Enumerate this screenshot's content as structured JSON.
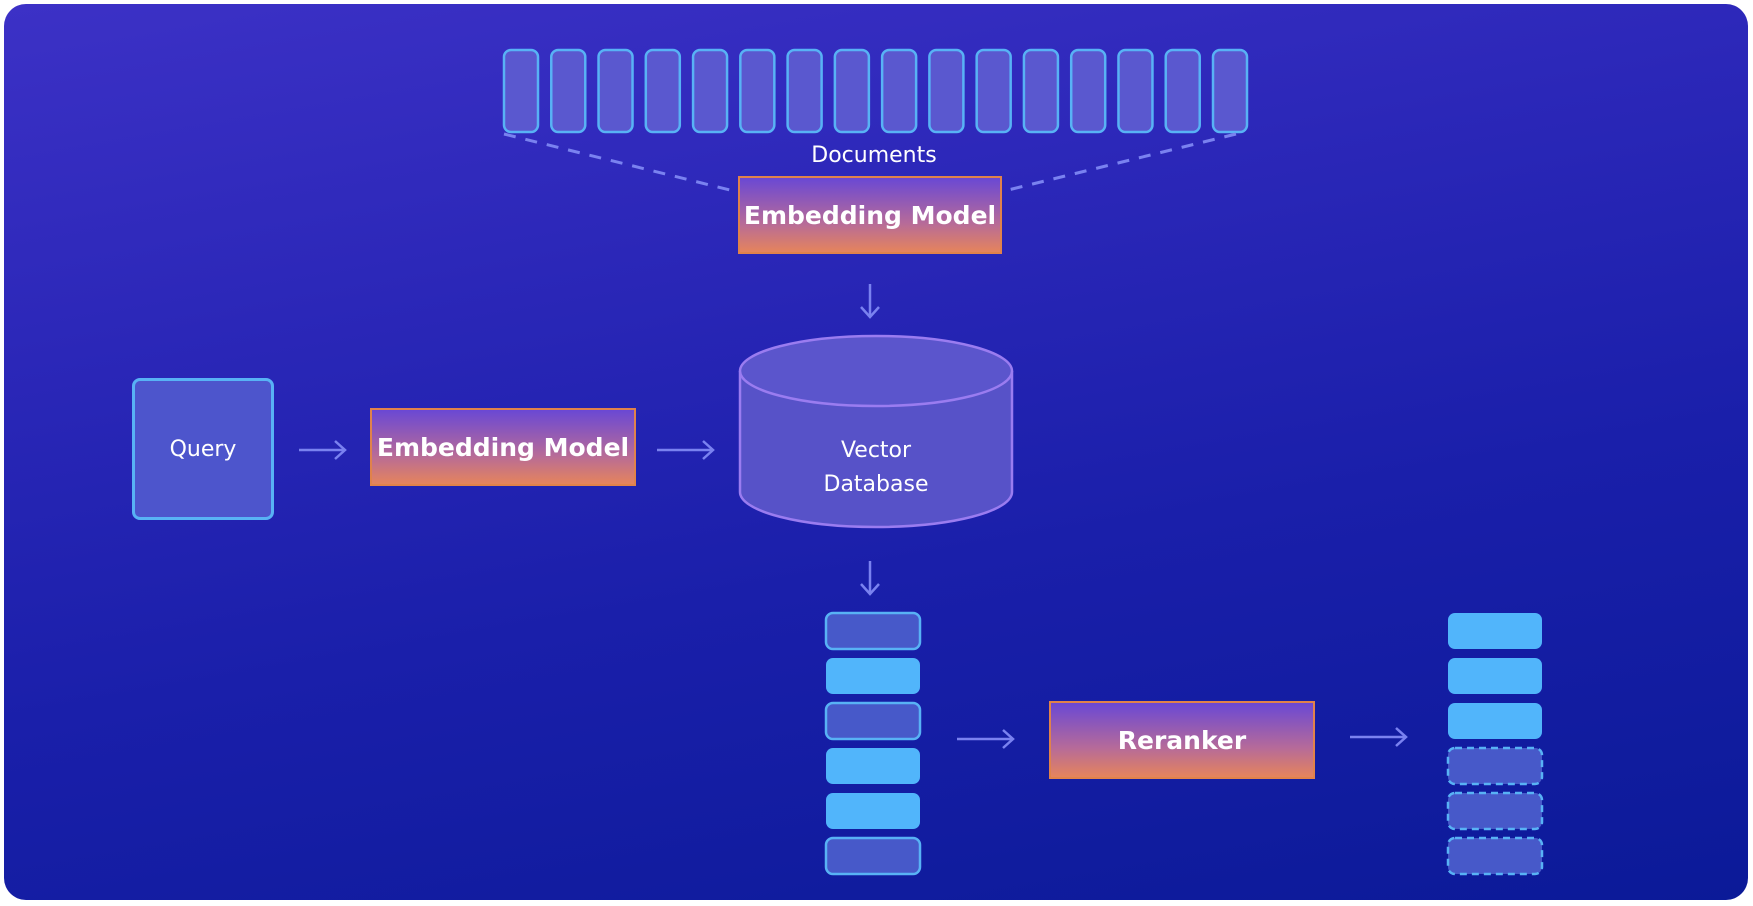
{
  "diagram": {
    "documents_label": "Documents",
    "embedding_top_label": "Embedding Model",
    "embedding_query_label": "Embedding Model",
    "query_label": "Query",
    "vector_db_line1": "Vector",
    "vector_db_line2": "Database",
    "reranker_label": "Reranker",
    "document_count": 16,
    "retrieved_results": [
      "dim",
      "bright",
      "dim",
      "bright",
      "bright",
      "dim"
    ],
    "reranked_results": [
      "bright",
      "bright",
      "bright",
      "dashed",
      "dashed",
      "dashed"
    ]
  },
  "colors": {
    "bright": "#51b5fb",
    "dim": "#4759c9",
    "outline": "#58b2f5",
    "arrow": "#7a82f0",
    "accent_orange": "#e0824b"
  }
}
